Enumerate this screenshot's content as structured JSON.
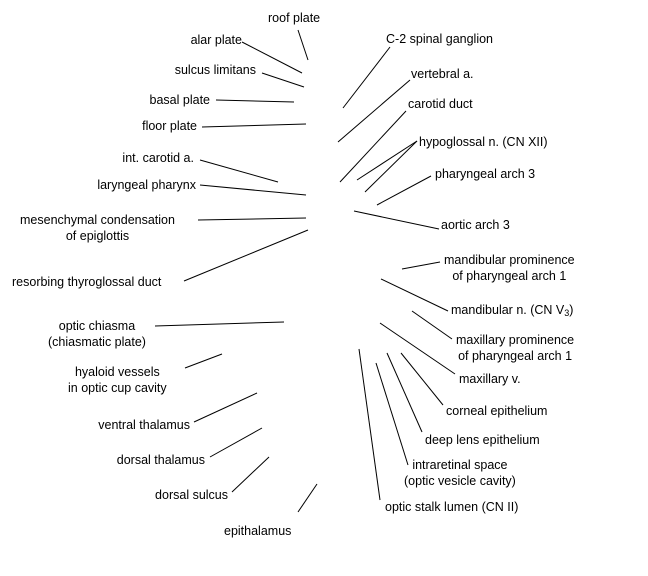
{
  "labels": {
    "roof_plate": "roof plate",
    "alar_plate": "alar plate",
    "sulcus_limitans": "sulcus limitans",
    "basal_plate": "basal plate",
    "floor_plate": "floor plate",
    "int_carotid": "int. carotid a.",
    "laryngeal_pharynx": "laryngeal pharynx",
    "mesenchymal_1": "mesenchymal condensation",
    "mesenchymal_2": "of epiglottis",
    "thyroglossal": "resorbing thyroglossal duct",
    "optic_chiasma_1": "optic chiasma",
    "optic_chiasma_2": "(chiasmatic plate)",
    "hyaloid_1": "hyaloid vessels",
    "hyaloid_2": "in optic cup cavity",
    "ventral_thalamus": "ventral thalamus",
    "dorsal_thalamus": "dorsal thalamus",
    "dorsal_sulcus": "dorsal sulcus",
    "epithalamus": "epithalamus",
    "c2_ganglion": "C-2 spinal ganglion",
    "vertebral": "vertebral a.",
    "carotid_duct": "carotid duct",
    "hypoglossal": "hypoglossal n. (CN XII)",
    "pharyngeal_arch3": "pharyngeal arch 3",
    "aortic_arch3": "aortic arch 3",
    "mandibular_prom_1": "mandibular prominence",
    "mandibular_prom_2": "of pharyngeal arch 1",
    "mandibular_n_prefix": "mandibular n. (CN V",
    "mandibular_n_sub": "3",
    "mandibular_n_suffix": ")",
    "maxillary_prom_1": "maxillary prominence",
    "maxillary_prom_2": "of pharyngeal arch 1",
    "maxillary_v": "maxillary v.",
    "corneal_epi": "corneal epithelium",
    "deep_lens_epi": "deep lens epithelium",
    "intraretinal_1": "intraretinal space",
    "intraretinal_2": "(optic vesicle cavity)",
    "optic_stalk": "optic stalk lumen (CN II)"
  }
}
